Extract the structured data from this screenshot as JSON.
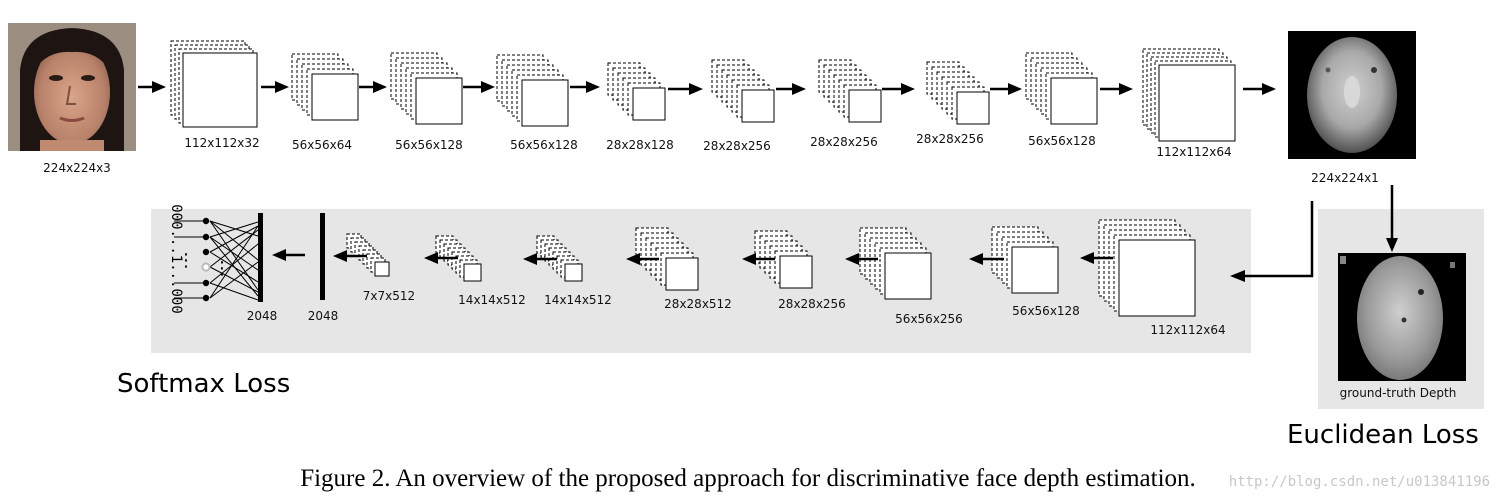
{
  "input": {
    "label": "224x224x3"
  },
  "encoder_layers": [
    {
      "label": "112x112x32"
    },
    {
      "label": "56x56x64"
    },
    {
      "label": "56x56x128"
    },
    {
      "label": "56x56x128"
    },
    {
      "label": "28x28x128"
    },
    {
      "label": "28x28x256"
    },
    {
      "label": "28x28x256"
    },
    {
      "label": "28x28x256"
    },
    {
      "label": "56x56x128"
    },
    {
      "label": "112x112x64"
    }
  ],
  "depth_output": {
    "label": "224x224x1"
  },
  "ground_truth": {
    "label": "ground-truth Depth"
  },
  "classifier_layers": [
    {
      "label": "112x112x64"
    },
    {
      "label": "56x56x128"
    },
    {
      "label": "56x56x256"
    },
    {
      "label": "28x28x256"
    },
    {
      "label": "28x28x512"
    },
    {
      "label": "14x14x512"
    },
    {
      "label": "14x14x512"
    },
    {
      "label": "7x7x512"
    }
  ],
  "fc_layers": [
    {
      "label": "2048"
    },
    {
      "label": "2048"
    }
  ],
  "one_hot_vector": {
    "label": "000...1...000"
  },
  "softmax_loss": {
    "label": "Softmax Loss"
  },
  "euclidean_loss": {
    "label": "Euclidean Loss"
  },
  "caption": {
    "text": "Figure 2. An overview of the proposed approach for discriminative face depth estimation."
  },
  "watermark": {
    "text": "http://blog.csdn.net/u013841196"
  },
  "colors": {
    "panel": "#e6e6e6",
    "box_fill": "#ffffff",
    "stroke": "#000000"
  }
}
